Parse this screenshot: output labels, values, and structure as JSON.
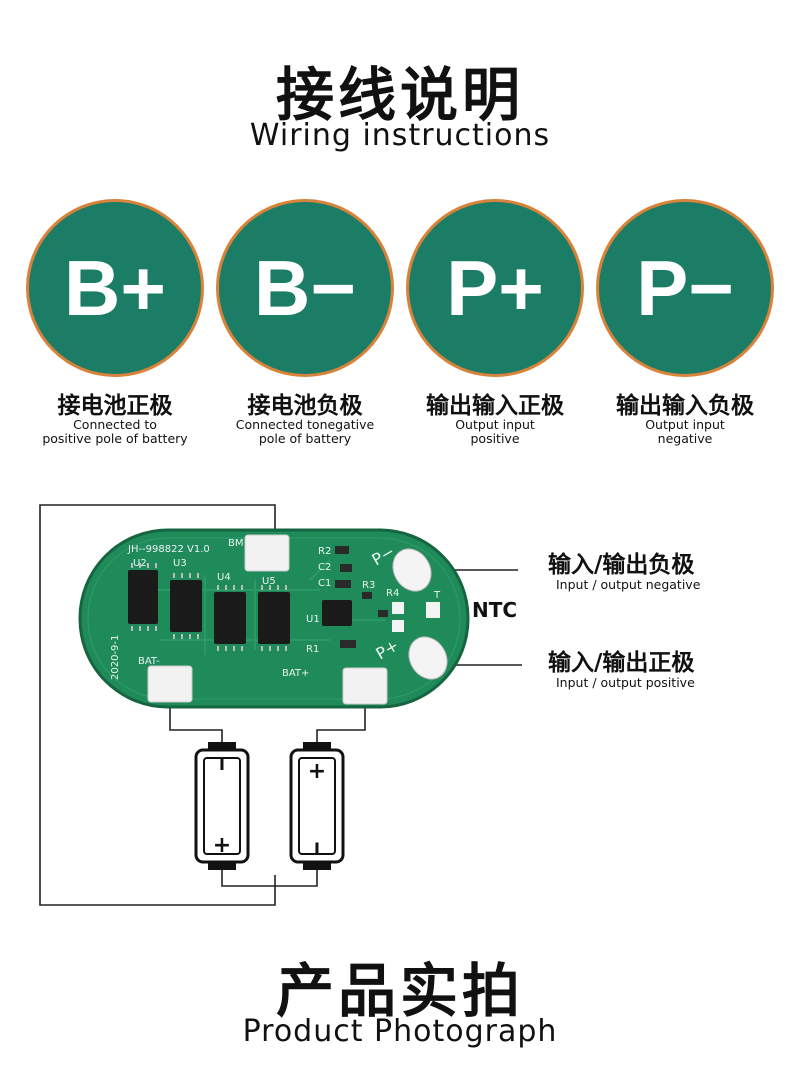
{
  "header": {
    "title_cn": "接线说明",
    "title_en": "Wiring instructions"
  },
  "pins": [
    {
      "symbol": "B+",
      "label_cn": "接电池正极",
      "label_en_1": "Connected to",
      "label_en_2": "positive pole of battery"
    },
    {
      "symbol": "B−",
      "label_cn": "接电池负极",
      "label_en_1": "Connected tonegative",
      "label_en_2": "pole of battery"
    },
    {
      "symbol": "P+",
      "label_cn": "输出输入正极",
      "label_en_1": "Output input",
      "label_en_2": "positive"
    },
    {
      "symbol": "P−",
      "label_cn": "输出输入负极",
      "label_en_1": "Output input",
      "label_en_2": "negative"
    }
  ],
  "board": {
    "model": "JH--998822 V1.0",
    "date": "2020-9-1",
    "chips": [
      "U2",
      "U3",
      "U4",
      "U5"
    ],
    "pad_bm": "BM",
    "pad_bat_minus": "BAT-",
    "pad_bat_plus": "BAT+",
    "components": [
      "R2",
      "C2",
      "C1",
      "R3",
      "R4",
      "U1",
      "R1",
      "T"
    ],
    "pad_p_minus": "P−",
    "pad_p_plus": "P+"
  },
  "callouts": {
    "neg_cn": "输入/输出负极",
    "neg_en": "Input / output negative",
    "ntc": "NTC",
    "pos_cn": "输入/输出正极",
    "pos_en": "Input / output positive"
  },
  "batteries": [
    {
      "top": "I",
      "bottom": "+"
    },
    {
      "top": "+",
      "bottom": "I"
    }
  ],
  "footer": {
    "title_cn": "产品实拍",
    "title_en": "Product Photograph"
  },
  "colors": {
    "pin_fill": "#1b7d66",
    "pin_ring": "#d9823a",
    "board": "#1f8a5a"
  }
}
